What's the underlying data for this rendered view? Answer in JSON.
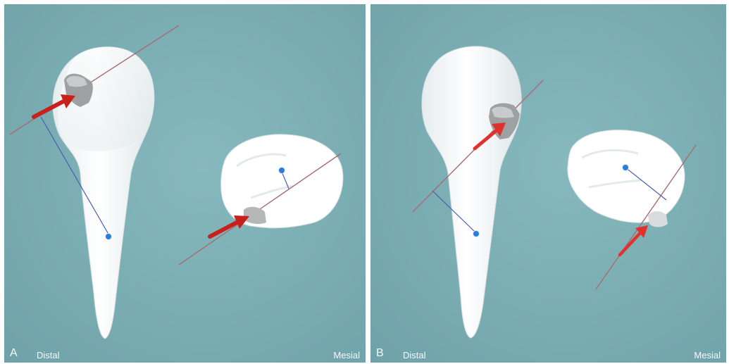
{
  "panels": [
    {
      "letter": "A",
      "left_label": "Distal",
      "right_label": "Mesial"
    },
    {
      "letter": "B",
      "left_label": "Distal",
      "right_label": "Mesial"
    }
  ],
  "colors": {
    "background": "#7fb2b7",
    "tooth": "#ffffff",
    "attachment": "#a9aaac",
    "force_arrow": "#d62a24",
    "axis_line": "#a86b73",
    "center_point": "#2a7fd4",
    "moment_arm": "#4a5bb8"
  }
}
